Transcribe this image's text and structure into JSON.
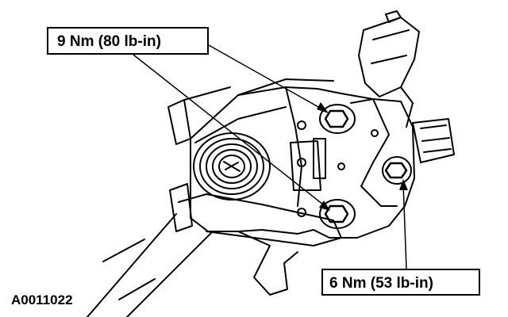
{
  "callouts": {
    "upper_torque": "9 Nm (80 lb-in)",
    "lower_torque": "6 Nm (53 lb-in)"
  },
  "figure_id": "A0011022",
  "colors": {
    "line": "#000000",
    "background": "#ffffff"
  }
}
